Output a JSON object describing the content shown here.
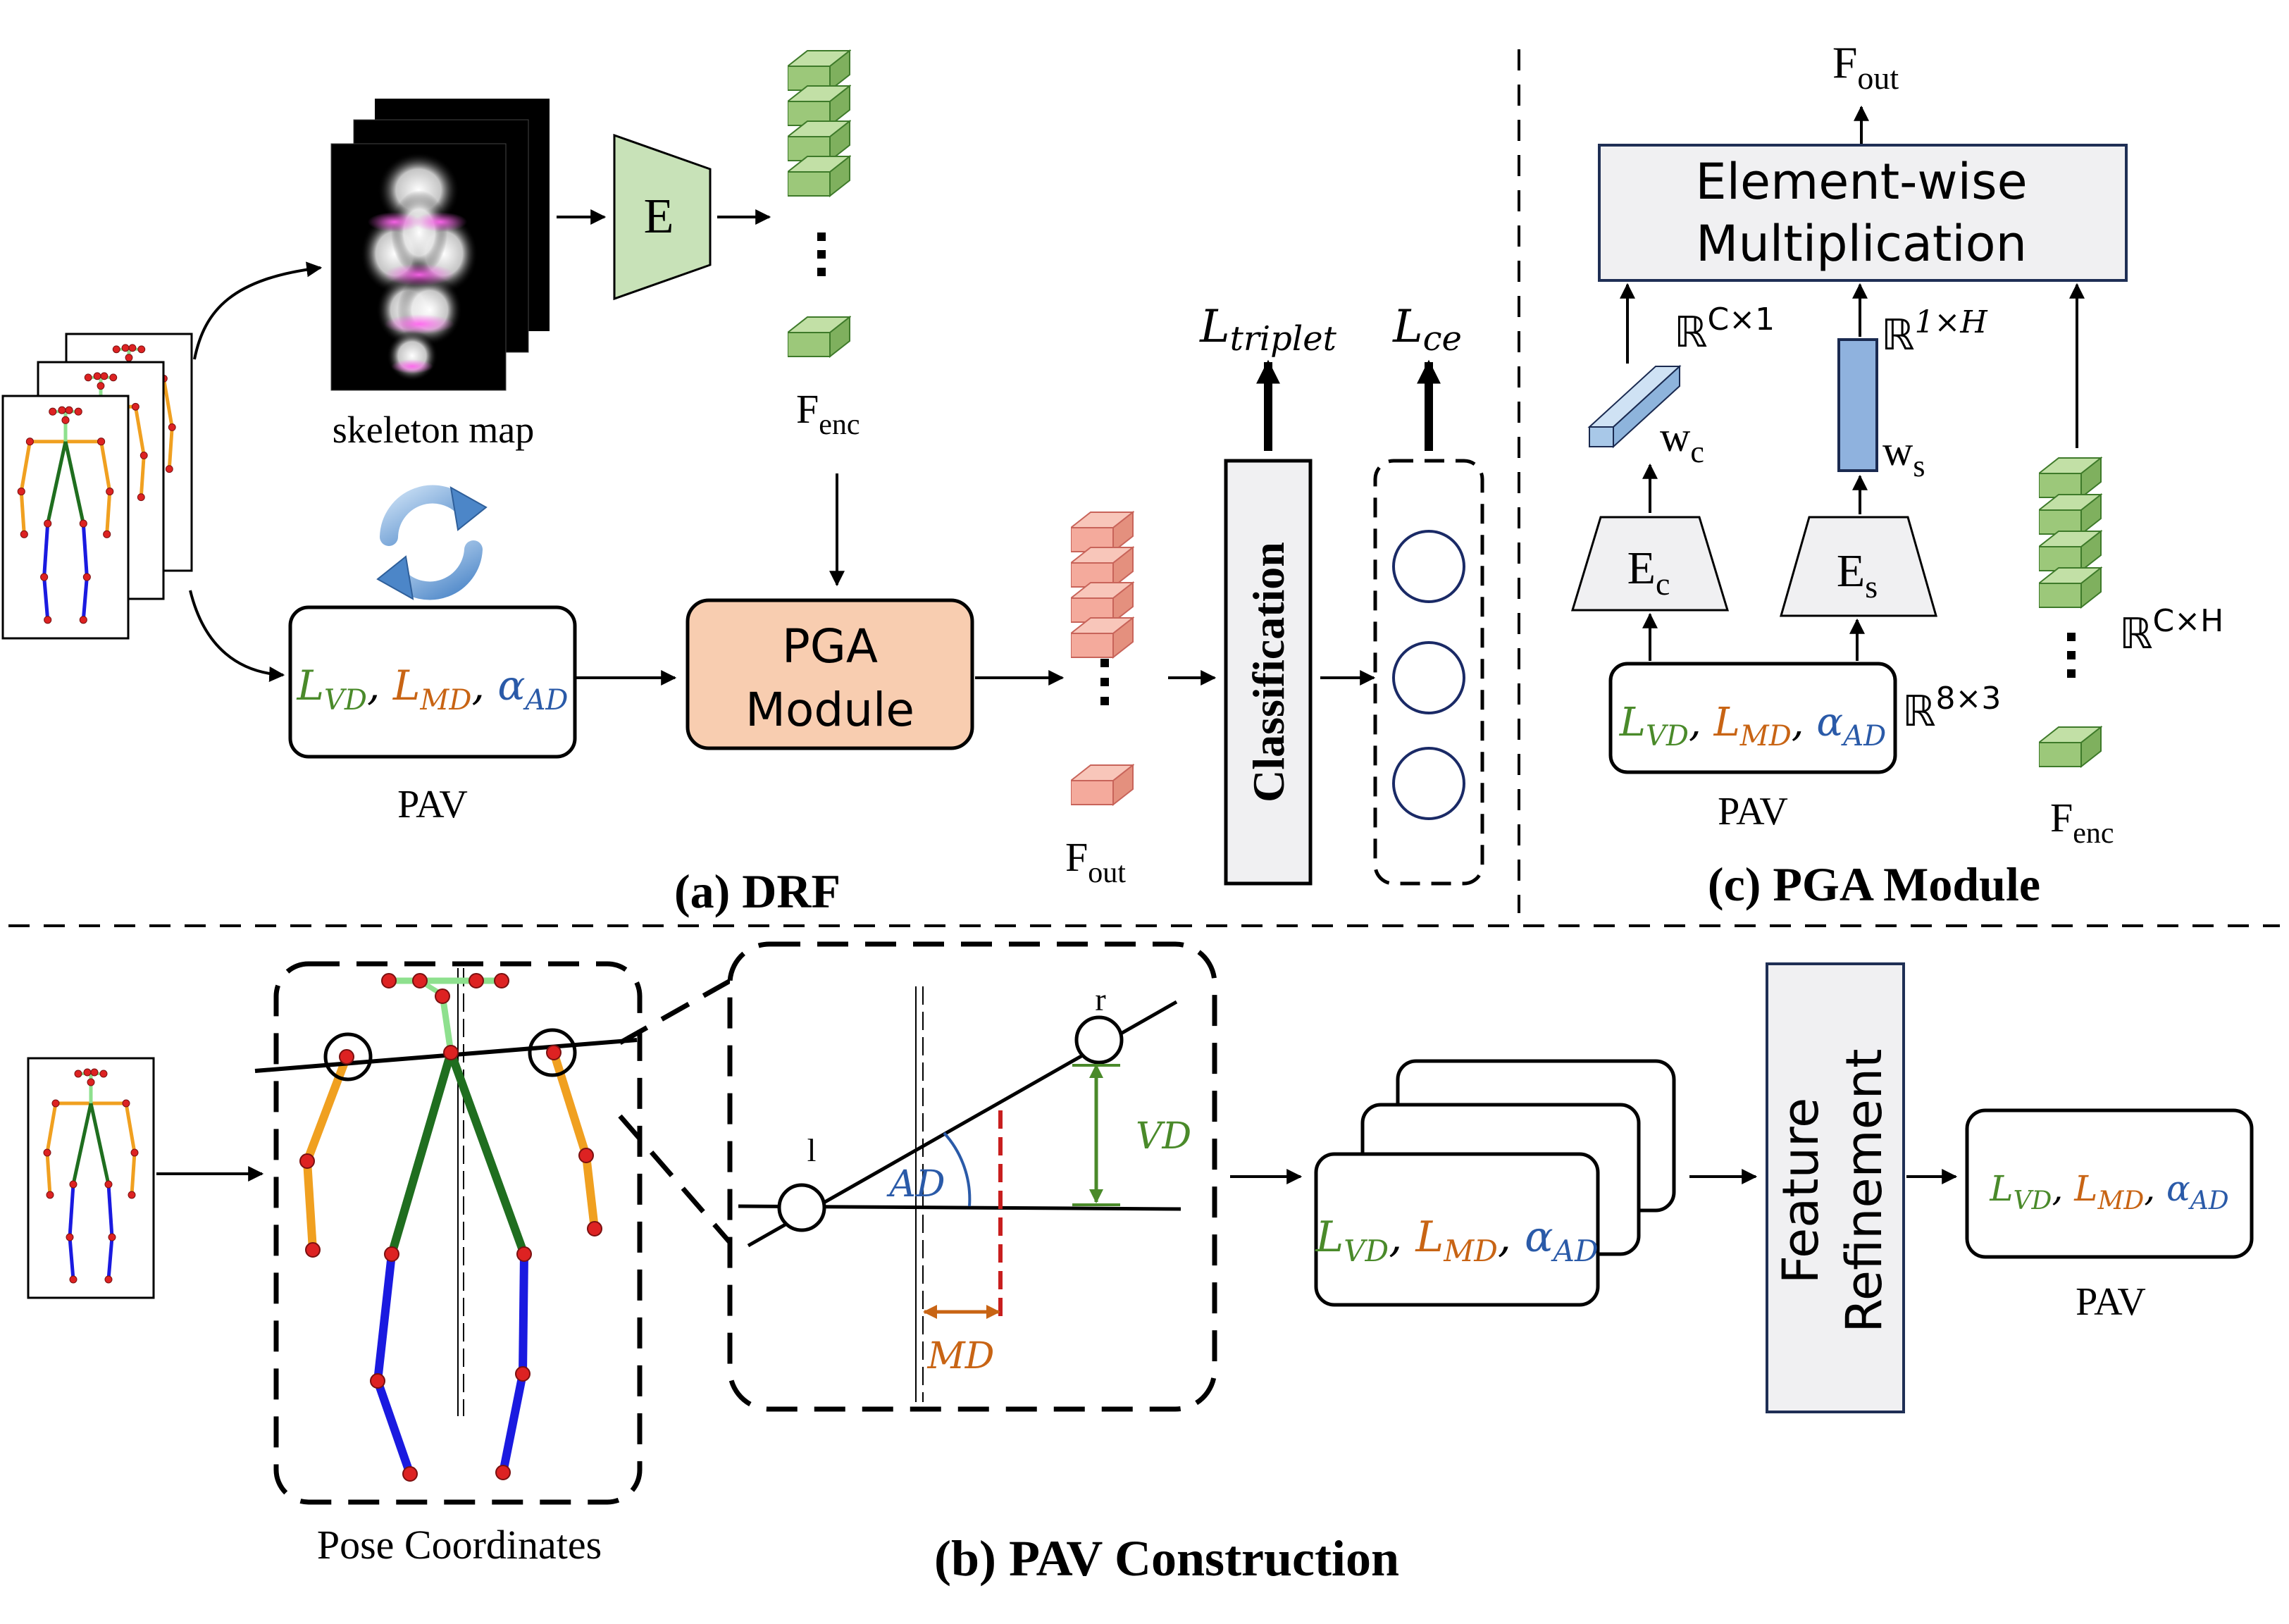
{
  "colors": {
    "vd_green": "#4a8a2a",
    "md_orange": "#c86414",
    "ad_blue": "#2a5aa8",
    "enc_green_fill": "#9cc87a",
    "enc_green_stroke": "#3e7a2a",
    "out_red_fill": "#f4aa9c",
    "out_red_stroke": "#c8645a",
    "pga_fill": "#f8cdb0",
    "e_fill": "#c8e2b8",
    "gray_box": "#f0f0f2",
    "wc_blue": "#a8c8e8",
    "ws_blue": "#8fb2de",
    "skeleton_orange": "#f0a020",
    "skeleton_green": "#1f6e1f",
    "skeleton_blue": "#1a1ae0",
    "skeleton_light_green": "#8ee08e",
    "joint_red": "#dd2222",
    "dashed_red": "#c81e1e"
  },
  "pav_terms": {
    "vd_base": "L",
    "vd_sub": "VD",
    "md_base": "L",
    "md_sub": "MD",
    "ad_base": "α",
    "ad_sub": "AD",
    "sep": ","
  },
  "drf": {
    "skeleton_map_label": "skeleton map",
    "encoder_label": "E",
    "fenc_base": "F",
    "fenc_sub": "enc",
    "pga_line1": "PGA",
    "pga_line2": "Module",
    "fout_base": "F",
    "fout_sub": "out",
    "classification_label": "Classification",
    "loss_triplet_base": "L",
    "loss_triplet_sub": "triplet",
    "loss_ce_base": "L",
    "loss_ce_sub": "ce",
    "pav_label": "PAV",
    "caption": "(a) DRF",
    "icons": [
      "sync-arrows-icon"
    ]
  },
  "pga_module": {
    "fout_base": "F",
    "fout_sub": "out",
    "mult_line1": "Element-wise",
    "mult_line2": "Multiplication",
    "rc1": "ℝ",
    "rc1_sup": "C×1",
    "r1h": "ℝ",
    "r1h_sup": "1×H",
    "wc_base": "w",
    "wc_sub": "c",
    "ws_base": "w",
    "ws_sub": "s",
    "ec_base": "E",
    "ec_sub": "c",
    "es_base": "E",
    "es_sub": "s",
    "rch": "ℝ",
    "rch_sup": "C×H",
    "r83": "ℝ",
    "r83_sup": "8×3",
    "pav_label": "PAV",
    "fenc_base": "F",
    "fenc_sub": "enc",
    "caption": "(c) PGA Module"
  },
  "pav_construction": {
    "pose_coordinates_label": "Pose Coordinates",
    "point_l": "l",
    "point_r": "r",
    "ad_label": "AD",
    "vd_label": "VD",
    "md_label": "MD",
    "feature_line1": "Feature",
    "feature_line2": "Refinement",
    "pav_label": "PAV",
    "caption": "(b) PAV Construction"
  }
}
